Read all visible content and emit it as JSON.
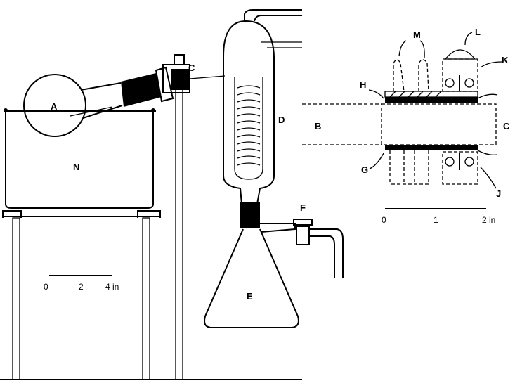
{
  "labels": {
    "flask": "A",
    "joint": "B",
    "coupling": "C",
    "bath": "N",
    "condenser": "D",
    "receiver": "E",
    "stopcock": "F",
    "detail_m": "M",
    "detail_l": "L",
    "detail_k": "K",
    "detail_h": "H",
    "detail_b": "B",
    "detail_c": "C",
    "detail_g": "G",
    "detail_j": "J"
  },
  "scale_left": {
    "zero": "0",
    "mid": "2",
    "end": "4 in"
  },
  "scale_right": {
    "zero": "0",
    "mid": "1",
    "end": "2 in"
  }
}
